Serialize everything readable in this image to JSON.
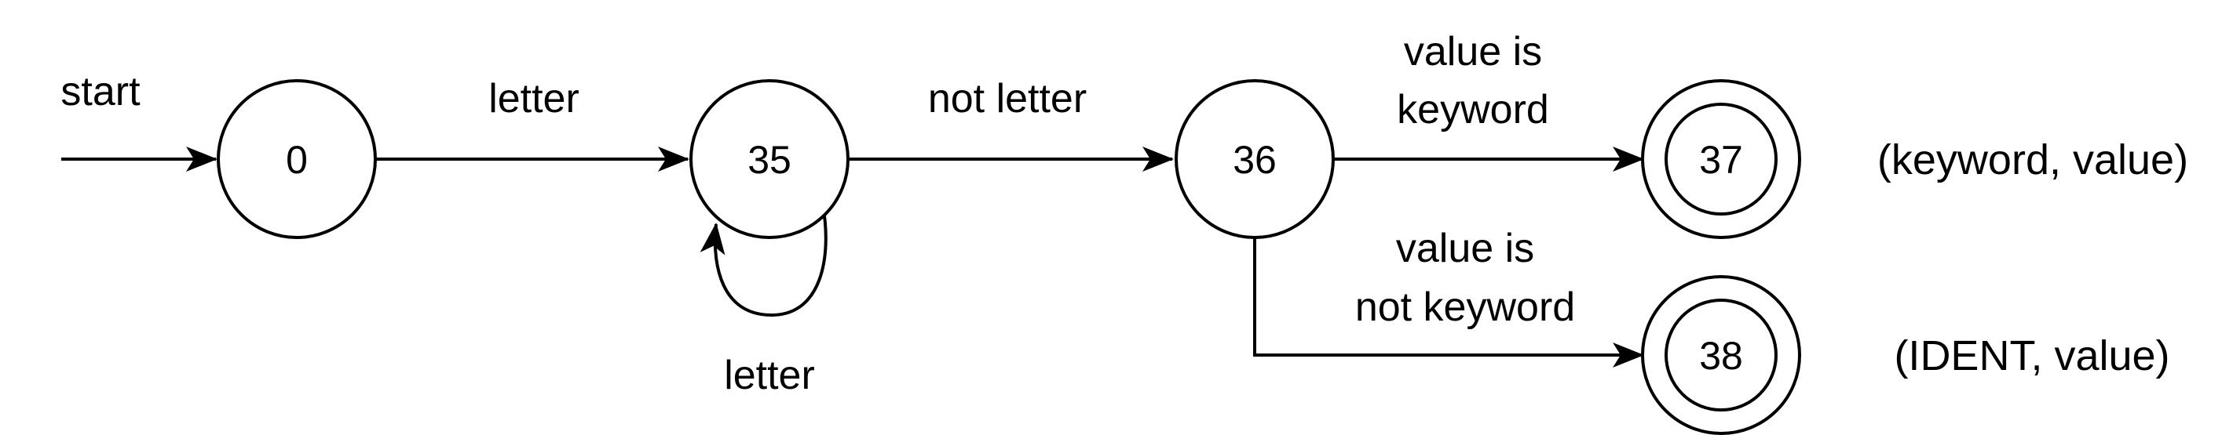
{
  "diagram": {
    "start_label": "start",
    "states": [
      {
        "id": "0",
        "label": "0",
        "accepting": false
      },
      {
        "id": "35",
        "label": "35",
        "accepting": false
      },
      {
        "id": "36",
        "label": "36",
        "accepting": false
      },
      {
        "id": "37",
        "label": "37",
        "accepting": true
      },
      {
        "id": "38",
        "label": "38",
        "accepting": true
      }
    ],
    "transitions": [
      {
        "from": "0",
        "to": "35",
        "label": [
          "letter"
        ]
      },
      {
        "from": "35",
        "to": "35",
        "label": [
          "letter"
        ]
      },
      {
        "from": "35",
        "to": "36",
        "label": [
          "not letter"
        ]
      },
      {
        "from": "36",
        "to": "37",
        "label": [
          "value is",
          "keyword"
        ]
      },
      {
        "from": "36",
        "to": "38",
        "label": [
          "value is",
          "not keyword"
        ]
      }
    ],
    "outputs": [
      {
        "state": "37",
        "text": "(keyword, value)"
      },
      {
        "state": "38",
        "text": "(IDENT, value)"
      }
    ]
  }
}
